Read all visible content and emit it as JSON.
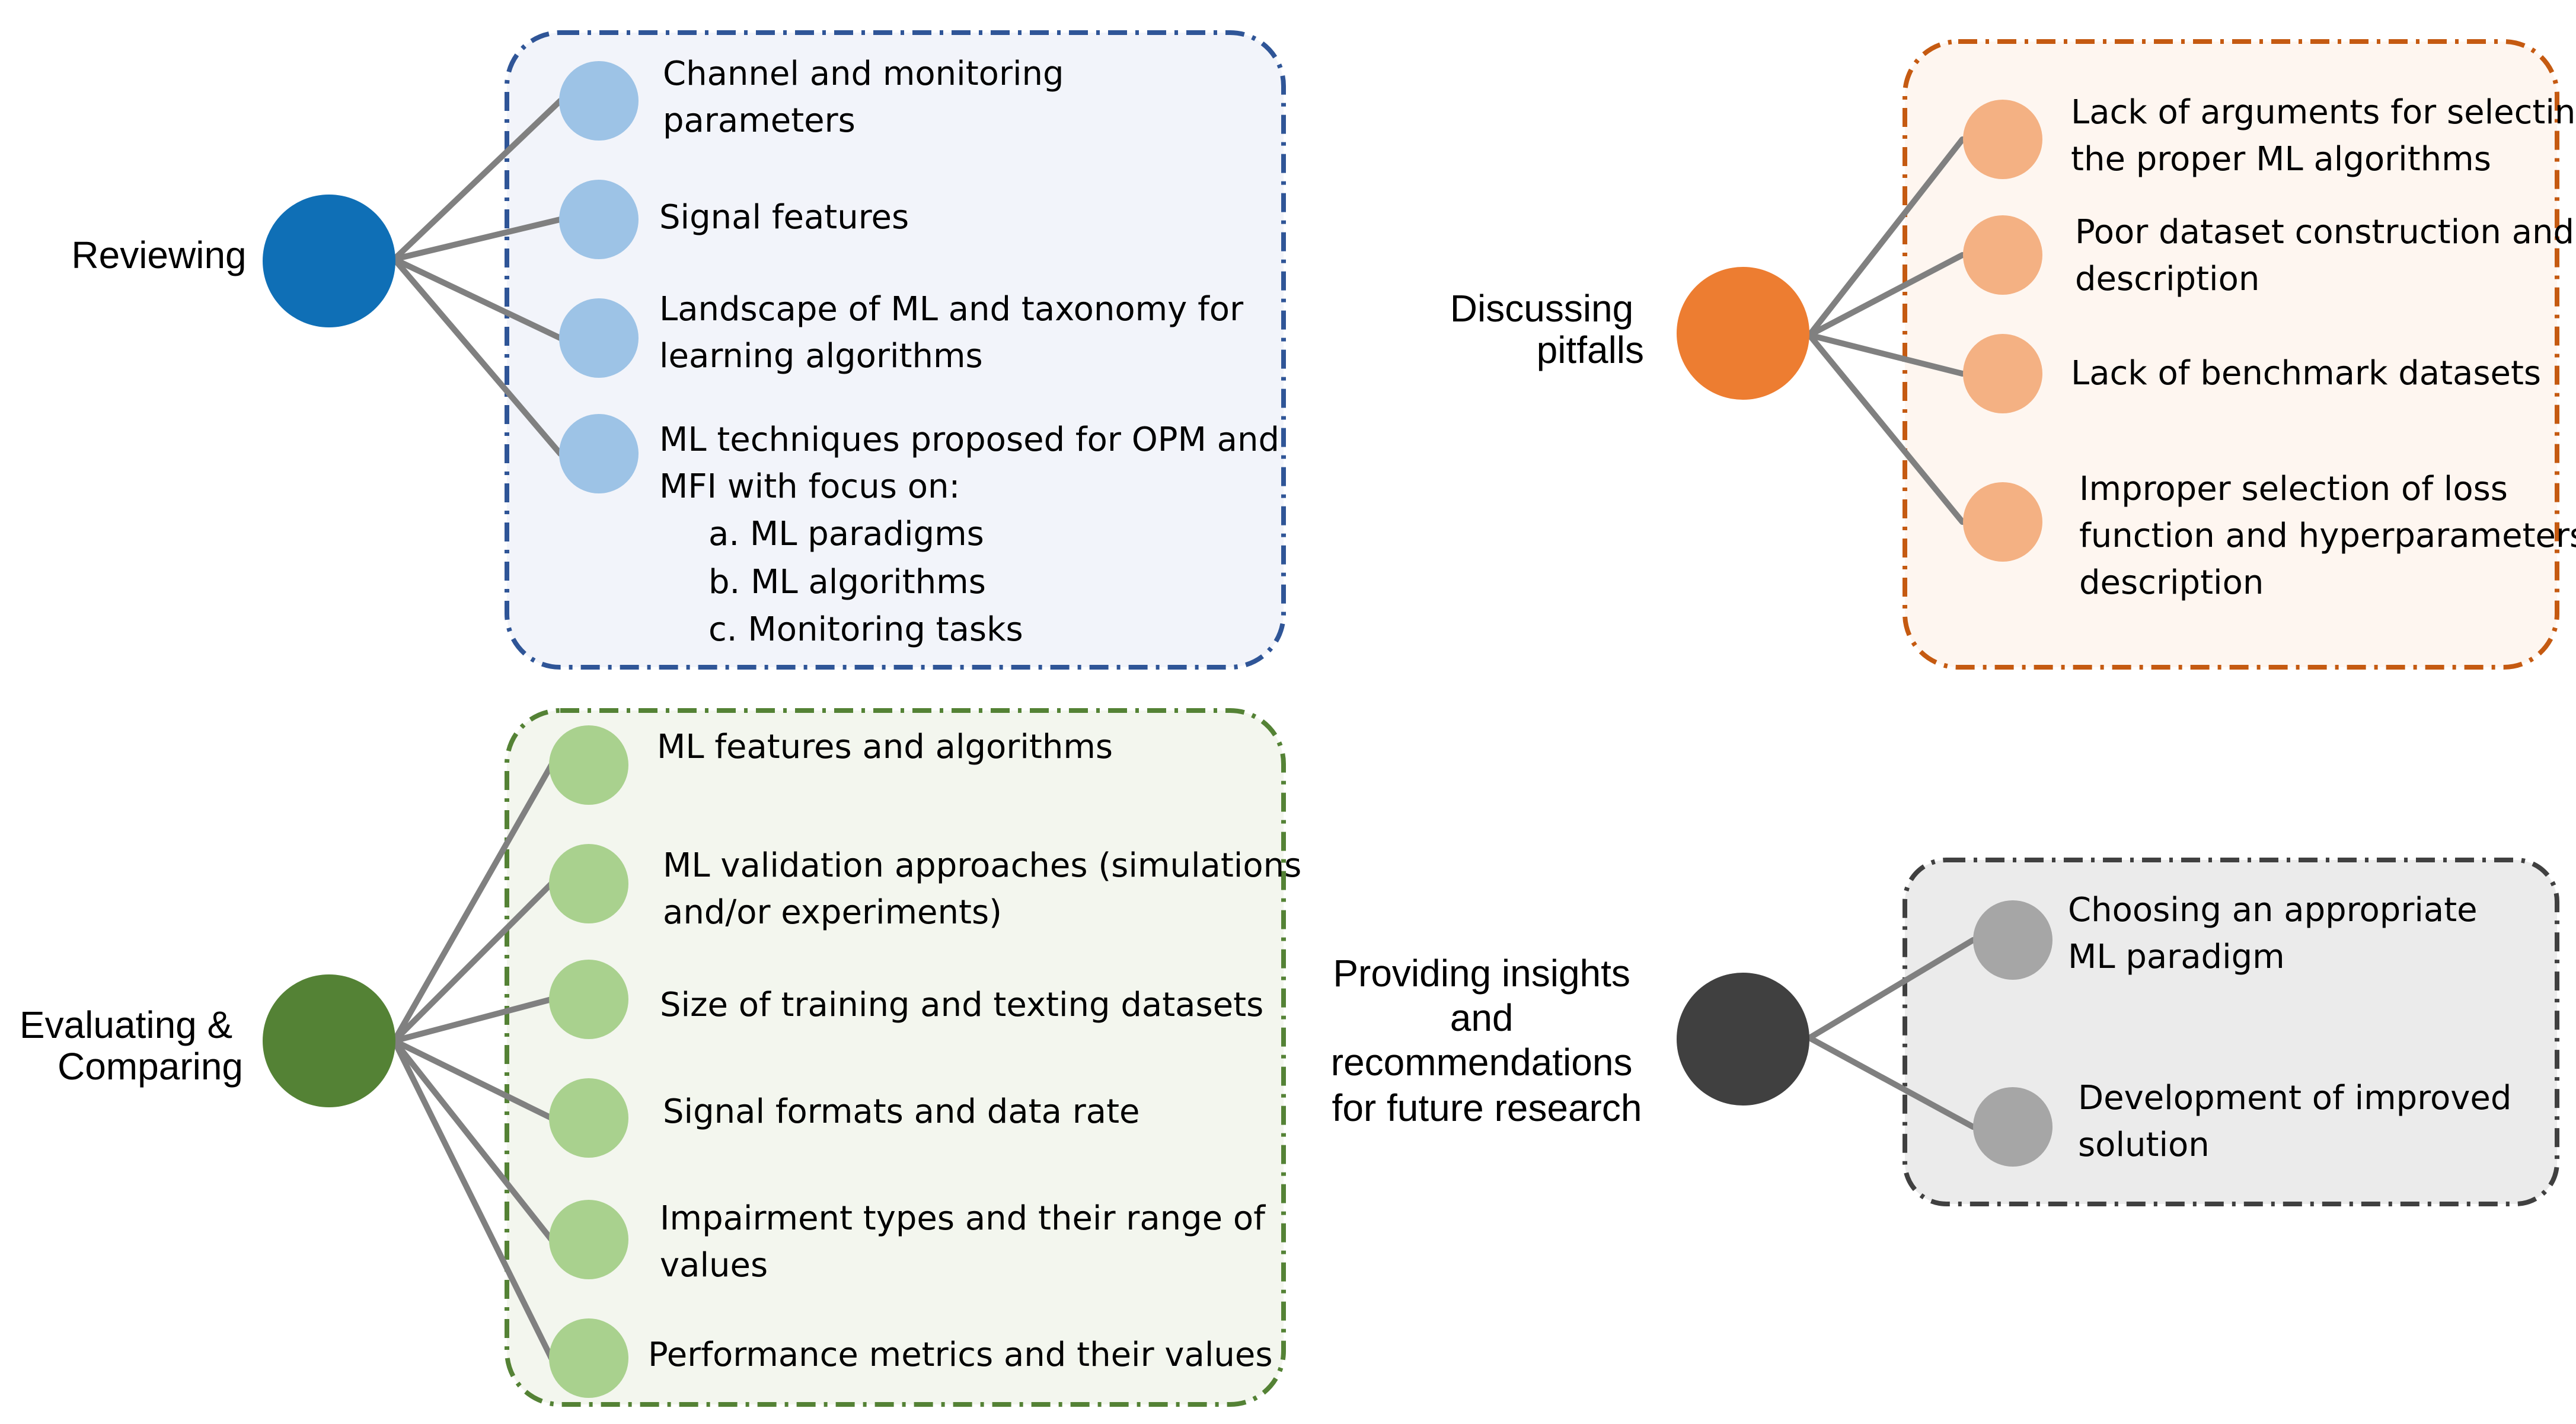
{
  "colors": {
    "connector": "#808080",
    "reviewing_main": "#0f6fb6",
    "reviewing_sub": "#9dc3e6",
    "reviewing_border": "#2f5597",
    "reviewing_fill": "#f2f4fa",
    "pitfalls_main": "#ed7d31",
    "pitfalls_sub": "#f4b183",
    "pitfalls_border": "#c55a11",
    "pitfalls_fill": "#fef6f0",
    "evaluating_main": "#548235",
    "evaluating_sub": "#a9d18e",
    "evaluating_border": "#548235",
    "evaluating_fill": "#f3f6ee",
    "insights_main": "#404040",
    "insights_sub": "#a6a6a6",
    "insights_border": "#404040",
    "insights_fill": "#ebebeb"
  },
  "groups": {
    "reviewing": {
      "title": [
        "Reviewing"
      ],
      "items": [
        [
          "Channel and monitoring",
          "parameters"
        ],
        [
          "Signal features"
        ],
        [
          "Landscape of ML and taxonomy for",
          "learning algorithms"
        ],
        [
          "ML techniques proposed for OPM and",
          "MFI with focus on:"
        ]
      ],
      "subitems": [
        "a. ML paradigms",
        "b. ML algorithms",
        "c. Monitoring tasks"
      ]
    },
    "pitfalls": {
      "title": [
        "Discussing",
        "pitfalls"
      ],
      "items": [
        [
          "Lack of arguments for selecting",
          "the proper ML algorithms"
        ],
        [
          "Poor dataset construction and",
          "description"
        ],
        [
          "Lack of benchmark datasets"
        ],
        [
          "Improper selection of loss",
          "function and hyperparameters",
          "description"
        ]
      ]
    },
    "evaluating": {
      "title": [
        "Evaluating &",
        "Comparing"
      ],
      "items": [
        [
          "ML features and algorithms"
        ],
        [
          "ML validation approaches (simulations",
          "and/or experiments)"
        ],
        [
          "Size of training and texting datasets"
        ],
        [
          "Signal formats and data rate"
        ],
        [
          "Impairment types and their range of",
          "values"
        ],
        [
          "Performance metrics and their values"
        ]
      ]
    },
    "insights": {
      "title": [
        "Providing insights",
        "and",
        "recommendations",
        "for future research"
      ],
      "items": [
        [
          "Choosing an appropriate",
          "ML paradigm"
        ],
        [
          "Development of improved",
          "solution"
        ]
      ]
    }
  }
}
